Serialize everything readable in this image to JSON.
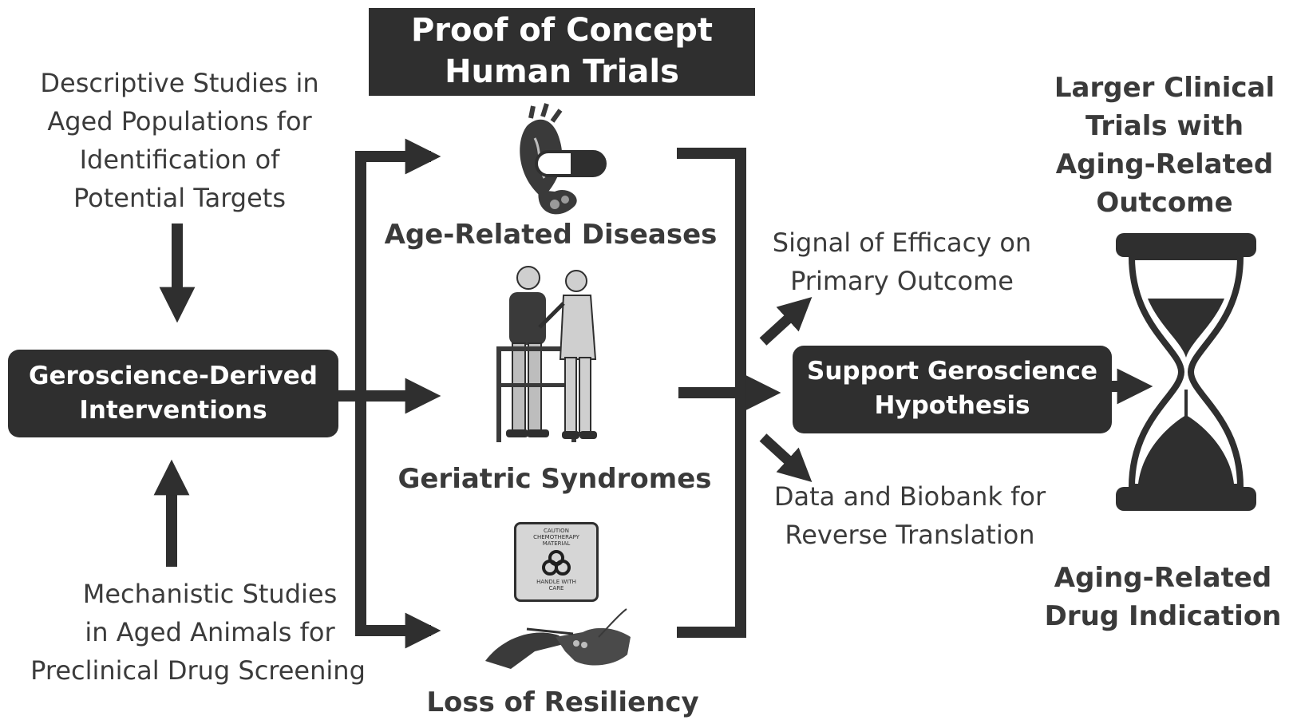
{
  "header": {
    "line1": "Proof of Concept",
    "line2": "Human Trials"
  },
  "left": {
    "descriptive": [
      "Descriptive Studies in",
      "Aged Populations for",
      "Identification of",
      "Potential Targets"
    ],
    "interventions": [
      "Geroscience-Derived",
      "Interventions"
    ],
    "mechanistic": [
      "Mechanistic Studies",
      "in Aged Animals for",
      "Preclinical Drug Screening"
    ]
  },
  "middle": {
    "diseases": "Age-Related Diseases",
    "syndromes": "Geriatric Syndromes",
    "resiliency": "Loss of Resiliency",
    "caution_label": [
      "CAUTION",
      "CHEMOTHERAPY",
      "MATERIAL",
      "HANDLE WITH",
      "CARE"
    ]
  },
  "outcomes": {
    "signal": [
      "Signal of Efficacy on",
      "Primary Outcome"
    ],
    "support": [
      "Support Geroscience",
      "Hypothesis"
    ],
    "data": [
      "Data and Biobank for",
      "Reverse Translation"
    ]
  },
  "right": {
    "larger": [
      "Larger Clinical",
      "Trials with",
      "Aging-Related",
      "Outcome"
    ],
    "indication": [
      "Aging-Related",
      "Drug Indication"
    ]
  },
  "colors": {
    "dark": "#2f2f2f",
    "text": "#3b3b3b",
    "background": "#ffffff"
  },
  "icons": [
    "heart-pill-icon",
    "walker-nurse-icon",
    "biohazard-box-icon",
    "hands-icon",
    "hourglass-icon"
  ]
}
